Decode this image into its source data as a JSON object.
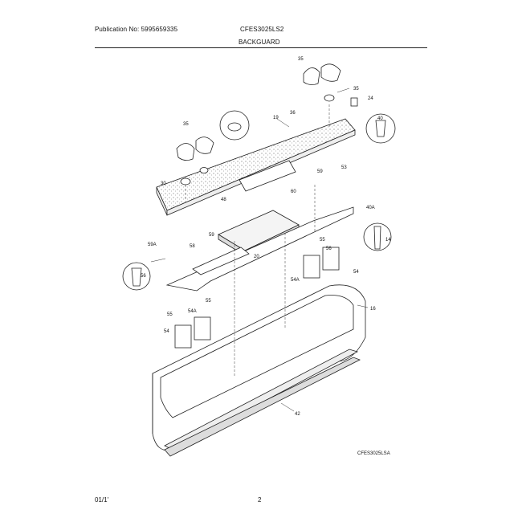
{
  "header": {
    "publication": "Publication No: 5995659335",
    "model": "CFES3025LS2",
    "section": "BACKGUARD"
  },
  "footer": {
    "date": "01/1'",
    "page": "2"
  },
  "diagram": {
    "code": "CFES3025LSA",
    "callouts": [
      "35",
      "35",
      "24",
      "36",
      "35",
      "40",
      "19",
      "53",
      "30",
      "48",
      "60",
      "59",
      "40A",
      "59A",
      "58",
      "59",
      "14",
      "20",
      "55",
      "56",
      "56",
      "54A",
      "54",
      "55",
      "54A",
      "16",
      "55",
      "54",
      "42"
    ]
  }
}
